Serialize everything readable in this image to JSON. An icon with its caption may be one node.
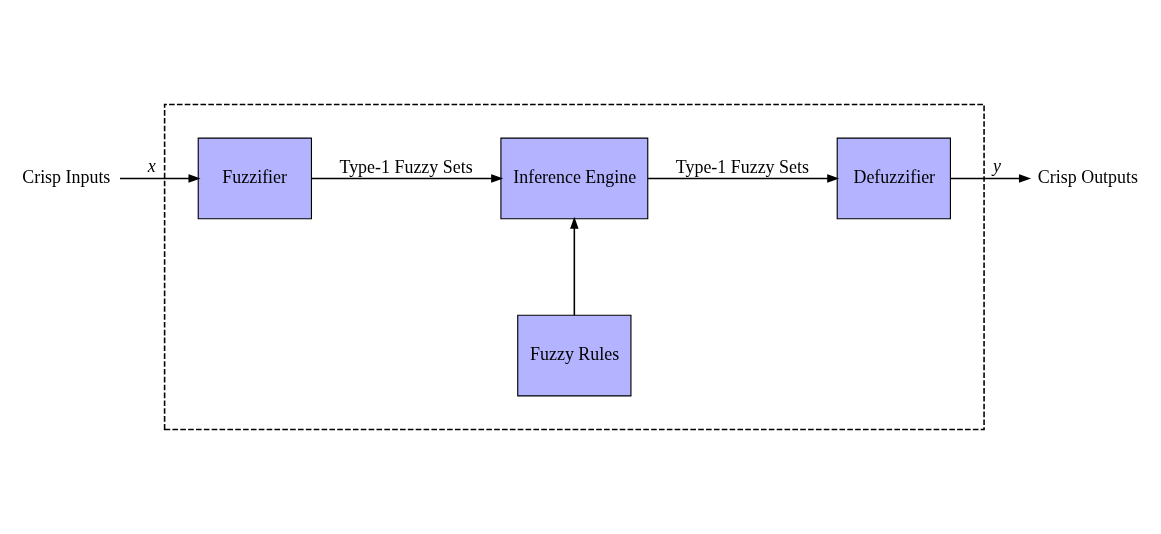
{
  "diagram": {
    "nodes": [
      {
        "text": [],
        "shape": "box"
      },
      {
        "text": [
          "Crisp Inputs"
        ]
      },
      {
        "text": [
          "Fuzzifier"
        ],
        "in": 0
      },
      {
        "text": [
          "Fuzzy Rules"
        ],
        "in": 0
      },
      {
        "text": [
          "Inference Engine"
        ],
        "in": 0
      },
      {
        "text": [
          "Defuzzifier"
        ],
        "in": 0
      },
      {
        "text": [
          "Crisp Outputs"
        ]
      }
    ],
    "edges": [
      {
        "from": 1,
        "to": 2,
        "arrow": "to",
        "label": "x"
      },
      {
        "from": 2,
        "to": 4,
        "arrow": "to",
        "label": "Type-1 Fuzzy Sets"
      },
      {
        "from": 3,
        "to": 4,
        "arrow": "to"
      },
      {
        "from": 4,
        "to": 5,
        "arrow": "to",
        "label": "Type-1 Fuzzy Sets"
      },
      {
        "from": 5,
        "to": 6,
        "arrow": "to",
        "label": "y"
      }
    ]
  }
}
